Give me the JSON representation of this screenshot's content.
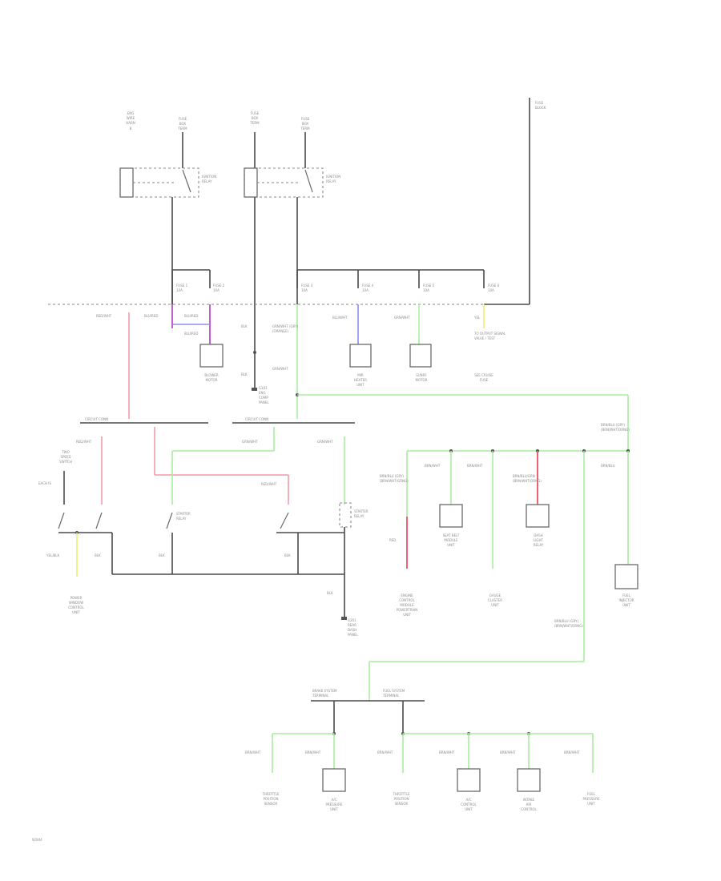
{
  "diagram": {
    "page_code": "92844",
    "header_labels": {
      "top_right": [
        "FUSE",
        "BLOCK"
      ]
    },
    "labels": {
      "relay1_top_a": [
        "ENG",
        "WIRE",
        "HARN",
        "B"
      ],
      "relay1_top_b": [
        "FUSE",
        "BOX",
        "TERM"
      ],
      "relay2_top_a": [
        "FUSE",
        "BOX",
        "TERM"
      ],
      "relay2_top_b": [
        "FUSE",
        "BOX",
        "TERM"
      ],
      "relay1_name": [
        "IGNITION",
        "RELAY"
      ],
      "relay2_name": [
        "IGNITION",
        "RELAY"
      ],
      "fuse1": [
        "FUSE 1",
        "10A"
      ],
      "fuse2": [
        "FUSE 2",
        "10A"
      ],
      "fuse3": [
        "FUSE 3",
        "10A"
      ],
      "fuse4": [
        "FUSE 4",
        "10A"
      ],
      "fuse5": [
        "FUSE 5",
        "10A"
      ],
      "fuse6": [
        "FUSE 6",
        "10A"
      ],
      "wire_left_red": "RED/WHT",
      "wire_blu_red": "BLU/RED",
      "wire_blu_red2": "BLU/RED",
      "wire_blu_red3": "BLU/RED",
      "wire_blk": "BLK",
      "wire_blk2": "BLK",
      "wire_blk3": "BLK",
      "wire_grn_wht": [
        "GRN/WHT (GRY)",
        "(ORANGE)"
      ],
      "wire_grn_wht2": "GRN/WHT",
      "wire_blu_wht": "BLU/WHT",
      "wire_grn_wht3": "GRN/WHT",
      "wire_yel": "YEL",
      "wire_yel_note": [
        "TO OUTPUT SIGNAL",
        "VALVE / TEST"
      ],
      "comp_blower": [
        "BLOWER",
        "MOTOR"
      ],
      "comp_mid1": [
        "MIR",
        "HEATER",
        "UNIT"
      ],
      "comp_mid2": [
        "SUNRF",
        "MOTOR"
      ],
      "comp_rhs": [
        "SEE CRUISE",
        "FUSE"
      ],
      "ground_top": [
        "G101",
        "ENG",
        "COMP",
        "PANEL"
      ],
      "bus_left": "CIRCUIT CONN",
      "bus_right": "CIRCUIT CONN",
      "wire_red_wht_left": "RED/WHT",
      "left_note": [
        "TWO",
        "SPEED",
        "SWITCH"
      ],
      "wire_yel_blk": "YEL/BLK",
      "wire_yel_blk2": "YEL/BLK",
      "relay3_name": [
        "STARTER",
        "RELAY"
      ],
      "relay4_name": [
        "STARTER",
        "RELAY"
      ],
      "wire_red_wht_mid": "RED/WHT",
      "wire_grn_wht_mid": "GRN/WHT",
      "wire_grn_wht_mid2": "GRN/WHT",
      "wire_blk_a": "BLK",
      "wire_blk_b": "BLK",
      "wire_blk_c": "BLK",
      "wire_blk_d": "BLK",
      "left_bottom": [
        "POWER",
        "WINDOW",
        "CONTROL",
        "UNIT"
      ],
      "left_bottom_top": "EACH IS",
      "ground_bot": [
        "G201",
        "REAR",
        "DASH",
        "PANEL"
      ],
      "right_bus_note": [
        "BRN/BLU (GRY)",
        "(BRN/WHT/ORNG)"
      ],
      "r_wire1": [
        "BRN/BLU (GRY)",
        "(BRN/WHT/GRNG)"
      ],
      "r_wire2": "BRN/WHT",
      "r_wire3": "BRN/WHT",
      "r_wire4": [
        "BRN/BLU/GRN",
        "(BRN/WHT/ORNG)"
      ],
      "r_wire5": "BRN/BLU",
      "r_red": "RED",
      "r_comp1": [
        "SEAT BELT",
        "MODULE",
        "UNIT"
      ],
      "r_comp2": [
        "DASH",
        "LIGHT",
        "RELAY"
      ],
      "r_comp3": [
        "FUEL",
        "INJECTOR",
        "UNIT"
      ],
      "r_gnd1": [
        "ENGINE",
        "CONTROL",
        "MODULE",
        "POWERTRAIN",
        "UNIT"
      ],
      "r_gnd2": [
        "GAUGE",
        "CLUSTER",
        "UNIT"
      ],
      "lower_note": [
        "BRN/BLU (GRY)",
        "(BRN/WHT/ORNG)"
      ],
      "lower_bus_left": [
        "BRAKE SYSTEM",
        "TERMINAL"
      ],
      "lower_bus_right": [
        "FUEL SYSTEM",
        "TERMINAL"
      ],
      "lw1": "BRN/WHT",
      "lw2": "BRN/WHT",
      "lw3": "BRN/WHT",
      "lw4": "BRN/WHT",
      "lw5": "BRN/WHT",
      "lw6": "BRN/WHT",
      "lc1": [
        "THROTTLE",
        "POSITION",
        "SENSOR"
      ],
      "lc2": [
        "A/C",
        "PRESSURE",
        "UNIT"
      ],
      "lc3": [
        "THROTTLE",
        "POSITION",
        "SENSOR"
      ],
      "lc4": [
        "A/C",
        "CONTROL",
        "UNIT"
      ],
      "lc5": [
        "INTAKE",
        "AIR",
        "CONTROL"
      ],
      "lc6": [
        "FUEL",
        "PRESSURE",
        "UNIT"
      ]
    }
  }
}
